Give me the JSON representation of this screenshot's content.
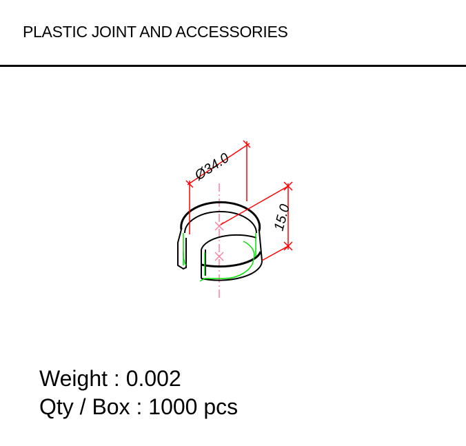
{
  "header": {
    "title": "PLASTIC JOINT AND ACCESSORIES"
  },
  "drawing": {
    "diameter_label": "Ø34.0",
    "height_label": "15.0",
    "colors": {
      "outline": "#000000",
      "dimension": "#ff0000",
      "centerline": "#ff80a0",
      "hidden": "#00e000"
    }
  },
  "specs": {
    "weight": "Weight : 0.002",
    "qty": "Qty / Box : 1000 pcs"
  }
}
